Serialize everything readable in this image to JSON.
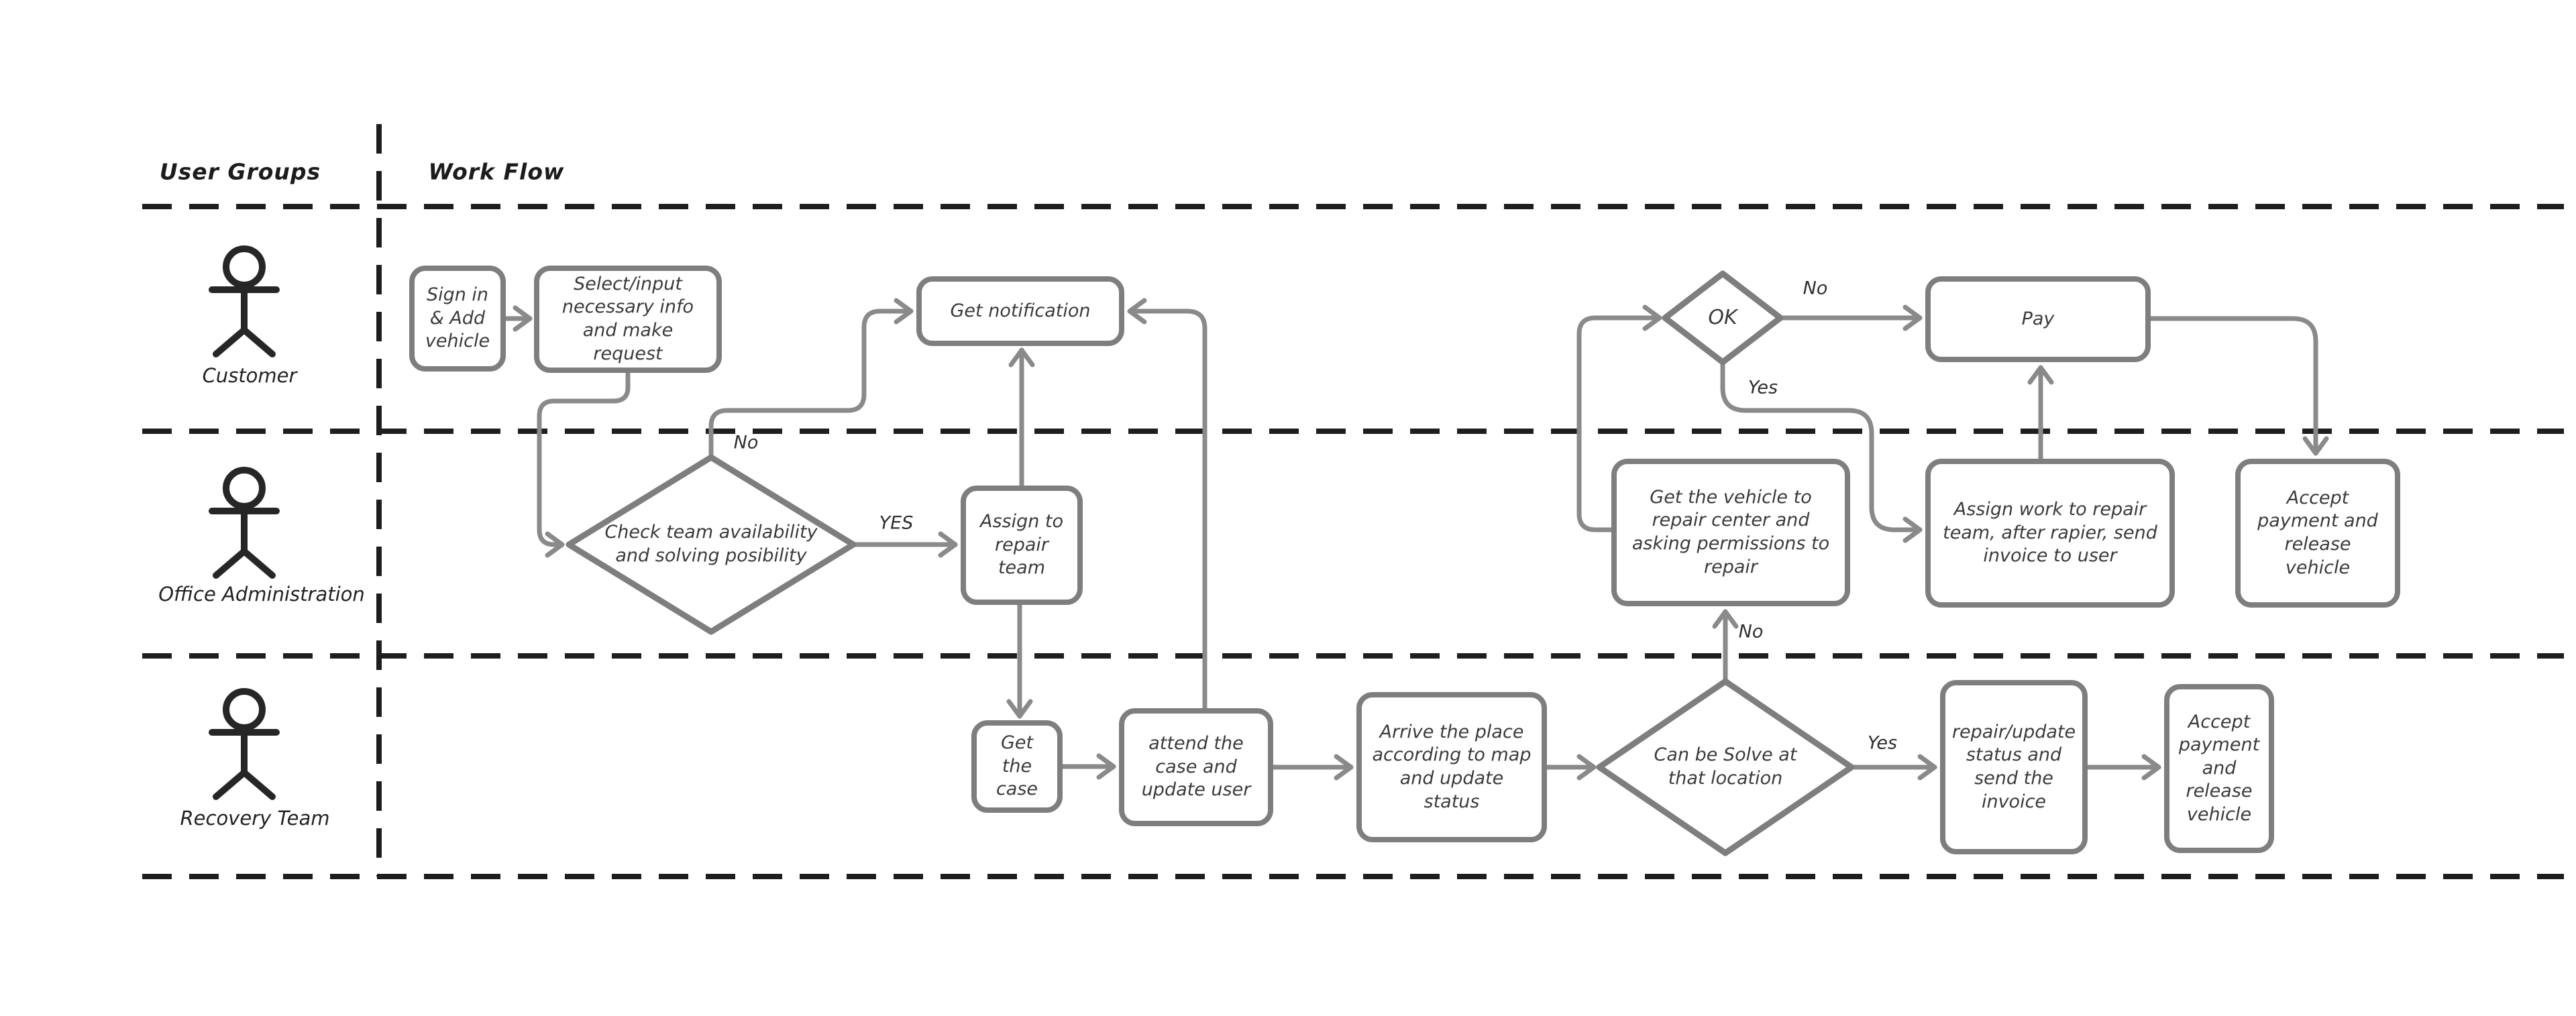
{
  "header": {
    "user_groups": "User Groups",
    "work_flow": "Work Flow"
  },
  "actors": {
    "customer": "Customer",
    "office_admin": "Office Administration",
    "recovery_team": "Recovery Team"
  },
  "nodes": {
    "sign_in": "Sign in & Add vehicle",
    "select_input": "Select/input necessary info and make request",
    "get_notification": "Get notification",
    "check_team": "Check team availability and solving posibility",
    "assign_team": "Assign to repair team",
    "ok": "OK",
    "pay": "Pay",
    "get_vehicle": "Get the vehicle to repair center and asking permissions to repair",
    "assign_work": "Assign work to repair team, after rapier, send invoice to user",
    "accept_office": "Accept payment and release vehicle",
    "get_case": "Get the case",
    "attend_case": "attend the case and update user",
    "arrive_place": "Arrive the place according to map and update status",
    "can_solve": "Can be Solve at that location",
    "repair_update": "repair/update status and send the invoice",
    "accept_recovery": "Accept payment and release vehicle"
  },
  "branches": {
    "check_no": "No",
    "check_yes": "YES",
    "ok_no": "No",
    "ok_yes": "Yes",
    "solve_no": "No",
    "solve_yes": "Yes"
  },
  "accents": {
    "node_stroke": "#7e7e7e",
    "connector": "#8a8a8a",
    "lane_line": "#1e1e1e",
    "ink": "#3b3b3b"
  }
}
